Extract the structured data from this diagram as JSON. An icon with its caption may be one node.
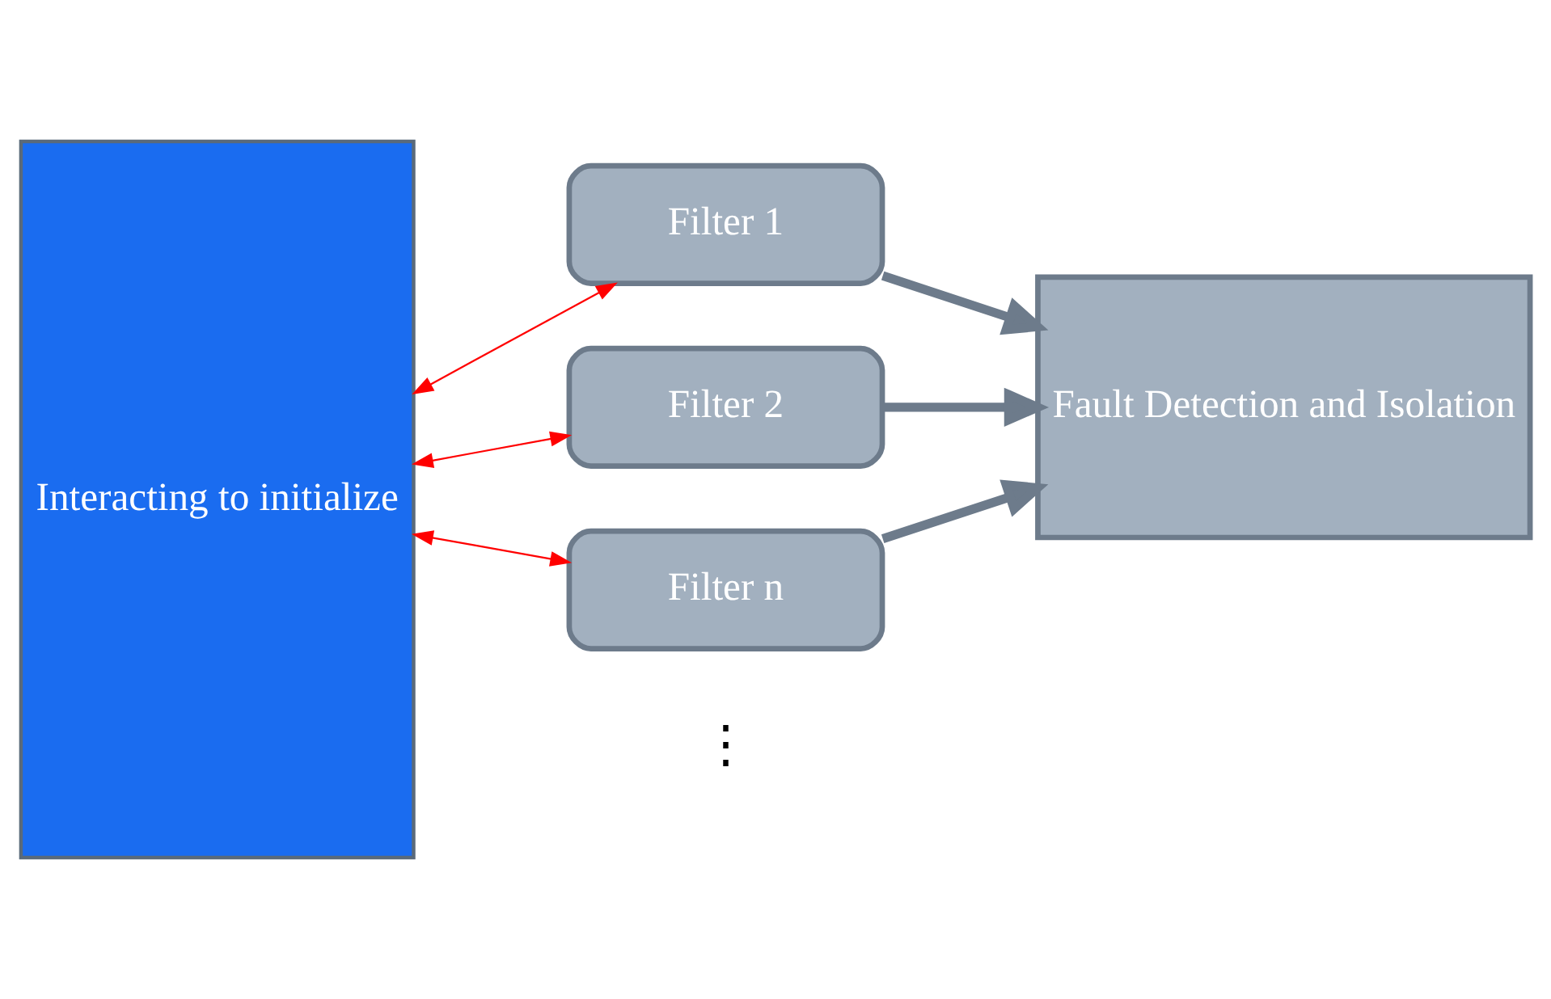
{
  "diagram": {
    "nodes": [
      {
        "text": [
          "Interacting to initialize"
        ]
      },
      {
        "text": [
          "Filter 1"
        ]
      },
      {
        "text": [
          "Filter 2"
        ]
      },
      {
        "text": [
          "Filter n"
        ]
      },
      {
        "text": [
          "Fault Detection and Isolation"
        ]
      }
    ],
    "edges": [
      {
        "from": 0,
        "to": 1,
        "arrow": "both",
        "color": "#ff0000"
      },
      {
        "from": 0,
        "to": 2,
        "arrow": "both",
        "color": "#ff0000"
      },
      {
        "from": 0,
        "to": 3,
        "arrow": "both",
        "color": "#ff0000"
      },
      {
        "from": 1,
        "to": 4,
        "arrow": "to",
        "style": "thick",
        "color": "#6d7b8b"
      },
      {
        "from": 2,
        "to": 4,
        "arrow": "to",
        "style": "thick",
        "color": "#6d7b8b"
      },
      {
        "from": 3,
        "to": 4,
        "arrow": "to",
        "style": "thick",
        "color": "#6d7b8b"
      }
    ],
    "labels": [
      "⋮"
    ]
  }
}
